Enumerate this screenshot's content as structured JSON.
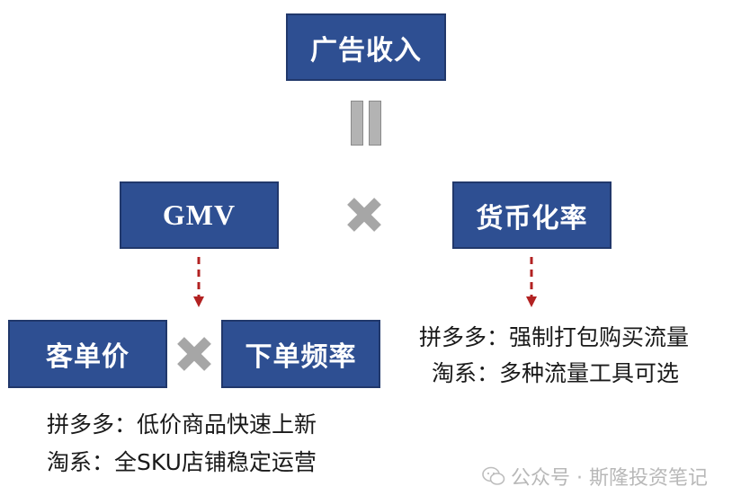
{
  "boxes": {
    "top": "广告收入",
    "gmv": "GMV",
    "monetization": "货币化率",
    "aov": "客单价",
    "frequency": "下单频率"
  },
  "notes": {
    "left_line1": "拼多多：低价商品快速上新",
    "left_line2": "淘系：全SKU店铺稳定运营",
    "right_line1": "拼多多：强制打包购买流量",
    "right_line2": "淘系：多种流量工具可选"
  },
  "watermark": "公众号 · 斯隆投资笔记",
  "colors": {
    "box_fill": "#2e4f92",
    "arrow": "#b22222",
    "operator": "#a6a6a6"
  },
  "icons": {
    "equals": "equals-icon",
    "times": "times-icon",
    "arrow": "dashed-arrow-down-icon",
    "watermark": "wechat-icon"
  }
}
